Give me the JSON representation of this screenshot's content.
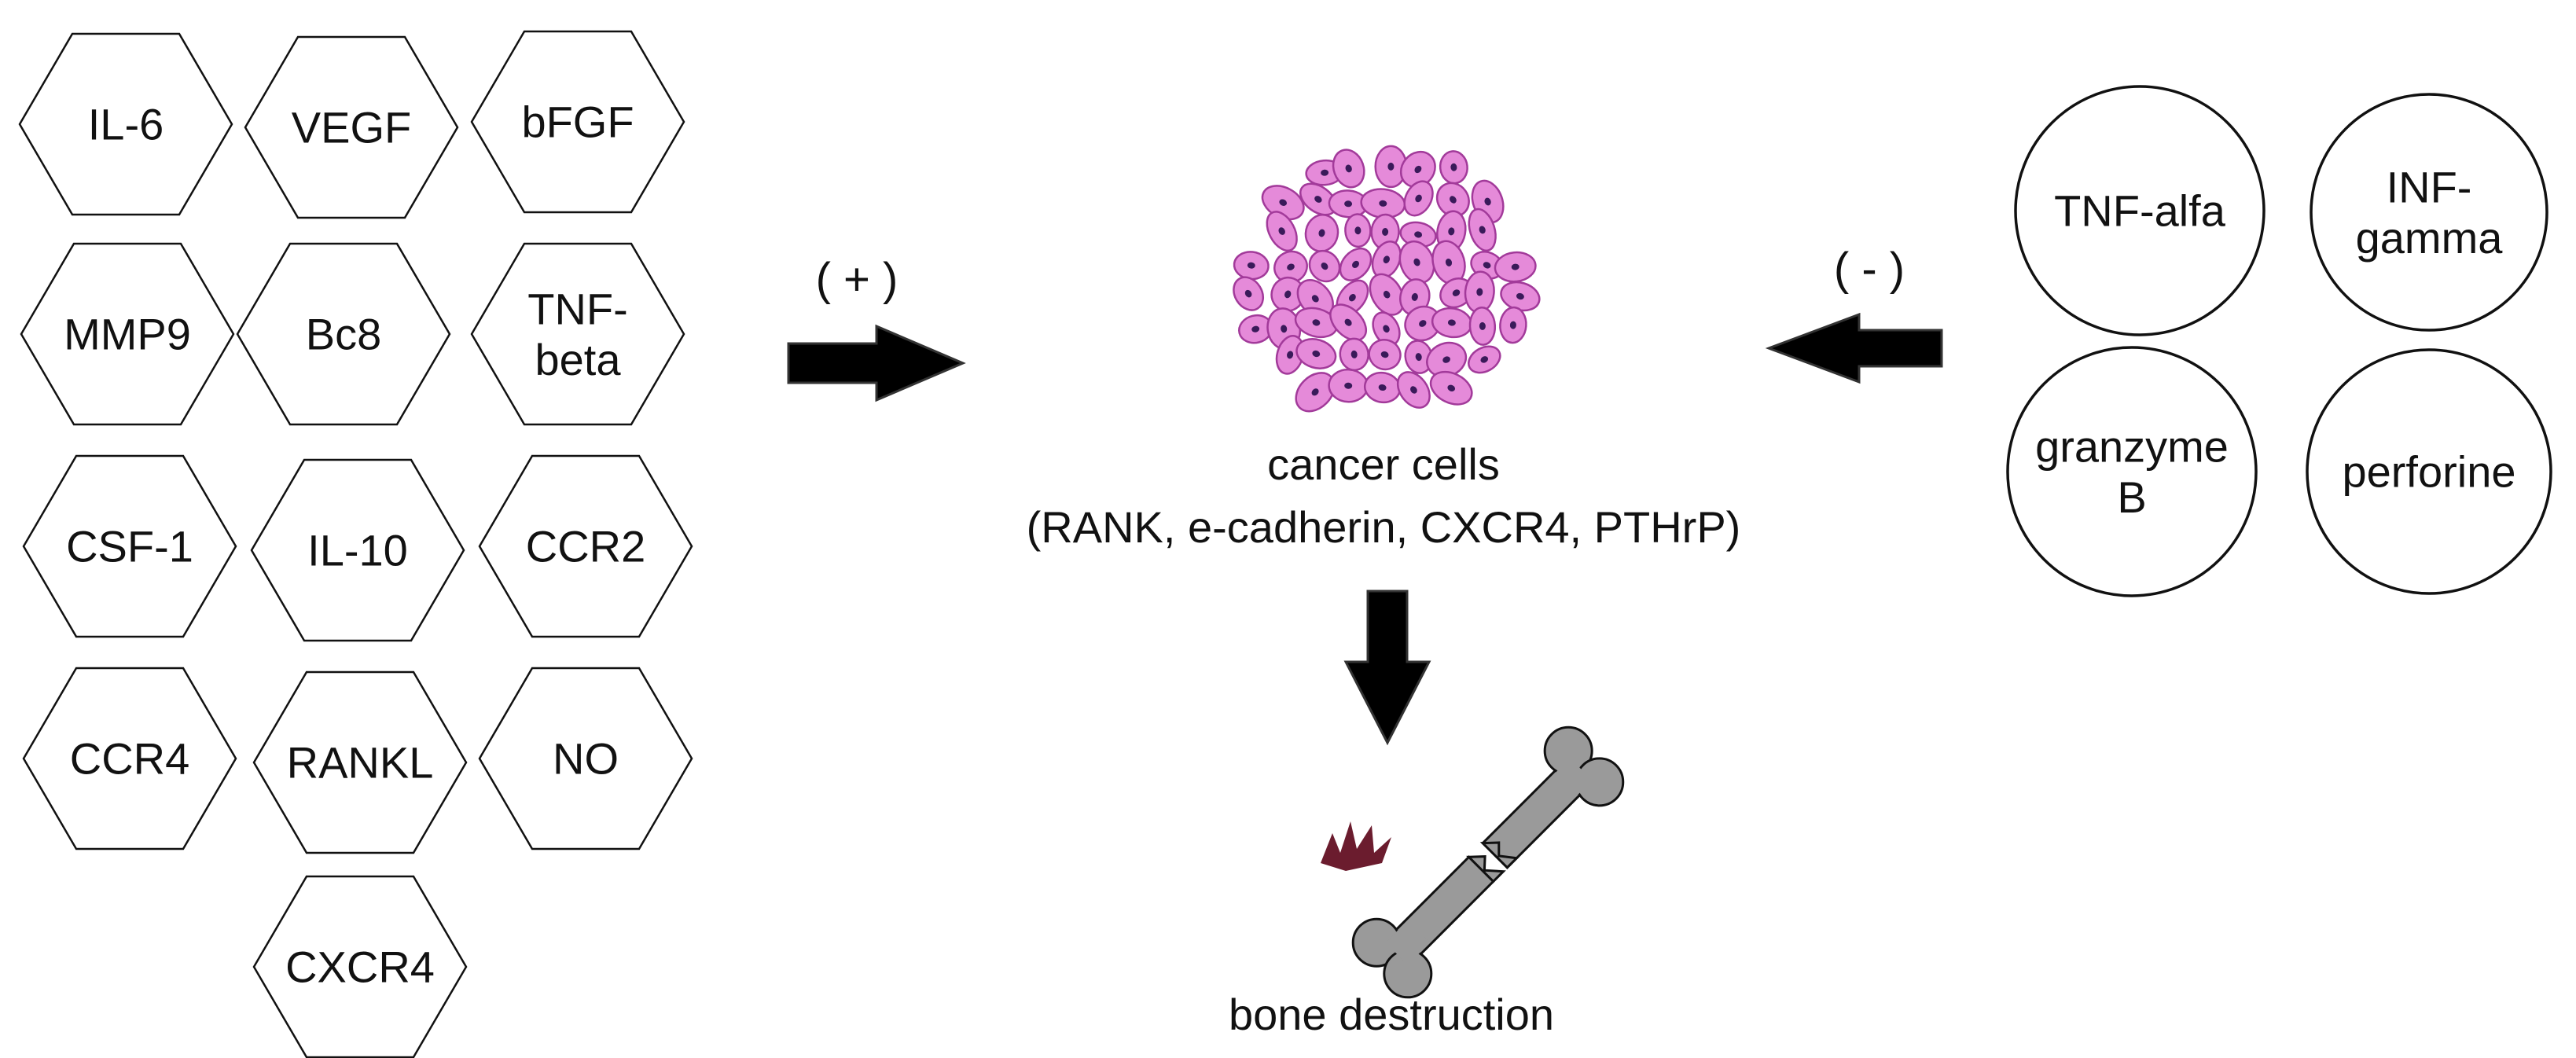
{
  "hexagons": [
    {
      "lines": [
        "IL-6"
      ]
    },
    {
      "lines": [
        "VEGF"
      ]
    },
    {
      "lines": [
        "bFGF"
      ]
    },
    {
      "lines": [
        "MMP9"
      ]
    },
    {
      "lines": [
        "Bc8"
      ]
    },
    {
      "lines": [
        "TNF-",
        "beta"
      ]
    },
    {
      "lines": [
        "CSF-1"
      ]
    },
    {
      "lines": [
        "IL-10"
      ]
    },
    {
      "lines": [
        "CCR2"
      ]
    },
    {
      "lines": [
        "CCR4"
      ]
    },
    {
      "lines": [
        "RANKL"
      ]
    },
    {
      "lines": [
        "NO"
      ]
    },
    {
      "lines": [
        "CXCR4"
      ]
    }
  ],
  "circles": [
    {
      "lines": [
        "TNF-alfa"
      ]
    },
    {
      "lines": [
        "INF-",
        "gamma"
      ]
    },
    {
      "lines": [
        "granzyme",
        "B"
      ]
    },
    {
      "lines": [
        "perforine"
      ]
    }
  ],
  "positive_sign": "( + )",
  "negative_sign": "( - )",
  "cancer_label": "cancer cells",
  "cancer_markers": "(RANK, e-cadherin, CXCR4, PTHrP)",
  "bone_label": "bone destruction",
  "colors": {
    "positive": "#e8202a",
    "negative": "#2e8b3c",
    "cell_fill": "#e58ad9",
    "cell_stroke": "#a23a9a",
    "nucleus": "#3a1a5a",
    "bone": "#9a9a9a",
    "blood": "#6b1c2e"
  }
}
